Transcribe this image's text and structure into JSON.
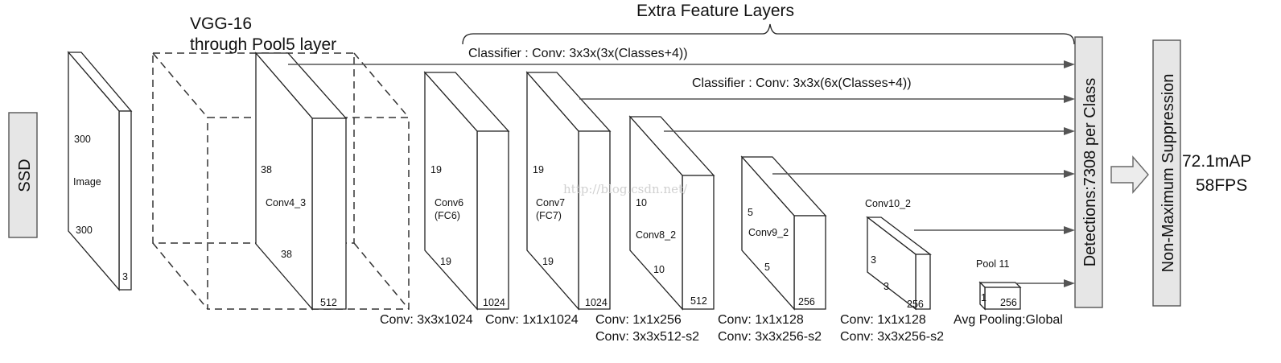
{
  "colors": {
    "block_fill": "#e6e6e6",
    "arrow": "#555555",
    "watermark": "#d0d0d0"
  },
  "labels": {
    "ssd": "SSD",
    "vgg_title_1": "VGG-16",
    "vgg_title_2": "through Pool5 layer",
    "extra_layers": "Extra Feature Layers",
    "classifier_1": "Classifier : Conv: 3x3x(3x(Classes+4))",
    "classifier_2": "Classifier : Conv: 3x3x(6x(Classes+4))",
    "detections": "Detections:7308  per Class",
    "nms": "Non-Maximum Suppression",
    "map": "72.1mAP",
    "fps": "58FPS",
    "watermark": "http://blog.csdn.net/"
  },
  "image": {
    "h": "300",
    "name": "Image",
    "w": "300",
    "d": "3"
  },
  "conv4": {
    "h": "38",
    "name": "Conv4_3",
    "w": "38",
    "d": "512"
  },
  "conv6": {
    "h": "19",
    "name1": "Conv6",
    "name2": "(FC6)",
    "w": "19",
    "d": "1024",
    "op": "Conv: 3x3x1024"
  },
  "conv7": {
    "h": "19",
    "name1": "Conv7",
    "name2": "(FC7)",
    "w": "19",
    "d": "1024",
    "op": "Conv: 1x1x1024"
  },
  "conv8": {
    "h": "10",
    "name": "Conv8_2",
    "w": "10",
    "d": "512",
    "op1": "Conv: 1x1x256",
    "op2": "Conv:  3x3x512-s2"
  },
  "conv9": {
    "h": "5",
    "name": "Conv9_2",
    "w": "5",
    "d": "256",
    "op1": "Conv: 1x1x128",
    "op2": "Conv: 3x3x256-s2"
  },
  "conv10": {
    "name": "Conv10_2",
    "h": "3",
    "w": "3",
    "d": "256",
    "op1": "Conv: 1x1x128",
    "op2": "Conv: 3x3x256-s2"
  },
  "pool11": {
    "name": "Pool 11",
    "h": "1",
    "d": "256",
    "op": "Avg Pooling:Global"
  }
}
